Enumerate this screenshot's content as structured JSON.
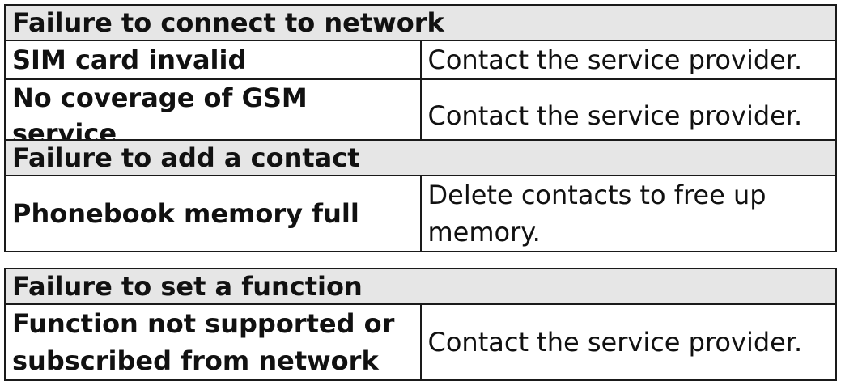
{
  "sections": [
    {
      "header": "Failure to connect to network",
      "rows": [
        {
          "cause": "SIM card invalid",
          "solution": "Contact the service provider."
        },
        {
          "cause": "No coverage of GSM service",
          "solution": "Contact the service provider."
        }
      ]
    },
    {
      "header": "Failure to add a contact",
      "rows": [
        {
          "cause": "Phonebook memory full",
          "solution_line1": "Delete contacts to free up",
          "solution_line2": "memory."
        }
      ]
    },
    {
      "header": "Failure to set a function",
      "rows": [
        {
          "cause_line1": "Function not supported or",
          "cause_line2": "subscribed from network",
          "solution": "Contact the service provider."
        }
      ]
    }
  ]
}
